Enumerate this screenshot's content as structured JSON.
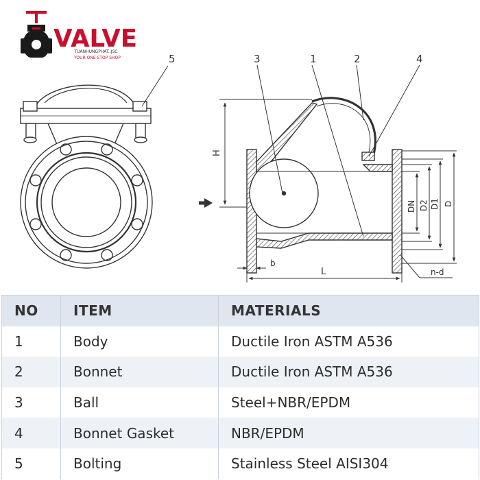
{
  "logo": {
    "brand": "VALVE",
    "company": "TUANHUNGPHAT.,JSC",
    "tagline": "YOUR ONE STOP SHOP",
    "brand_color": "#c8102e",
    "icon": "gate-valve-icon"
  },
  "diagram": {
    "callouts": [
      "5",
      "3",
      "1",
      "2",
      "4"
    ],
    "dimensions": {
      "height": "H",
      "nominal": "DN",
      "d2": "D2",
      "d1": "D1",
      "outer": "D",
      "flange": "b",
      "length": "L",
      "holes": "n-d"
    },
    "flow_arrow": "arrow-right-icon"
  },
  "table": {
    "headers": [
      "NO",
      "ITEM",
      "MATERIALS"
    ],
    "rows": [
      {
        "no": "1",
        "item": "Body",
        "material": "Ductile Iron ASTM A536"
      },
      {
        "no": "2",
        "item": "Bonnet",
        "material": "Ductile Iron ASTM A536"
      },
      {
        "no": "3",
        "item": "Ball",
        "material": "Steel+NBR/EPDM"
      },
      {
        "no": "4",
        "item": "Bonnet Gasket",
        "material": "NBR/EPDM"
      },
      {
        "no": "5",
        "item": "Bolting",
        "material": "Stainless Steel AISI304"
      }
    ],
    "header_bg": "#dfe6f0",
    "stripe_bg": "#eef2f7"
  }
}
